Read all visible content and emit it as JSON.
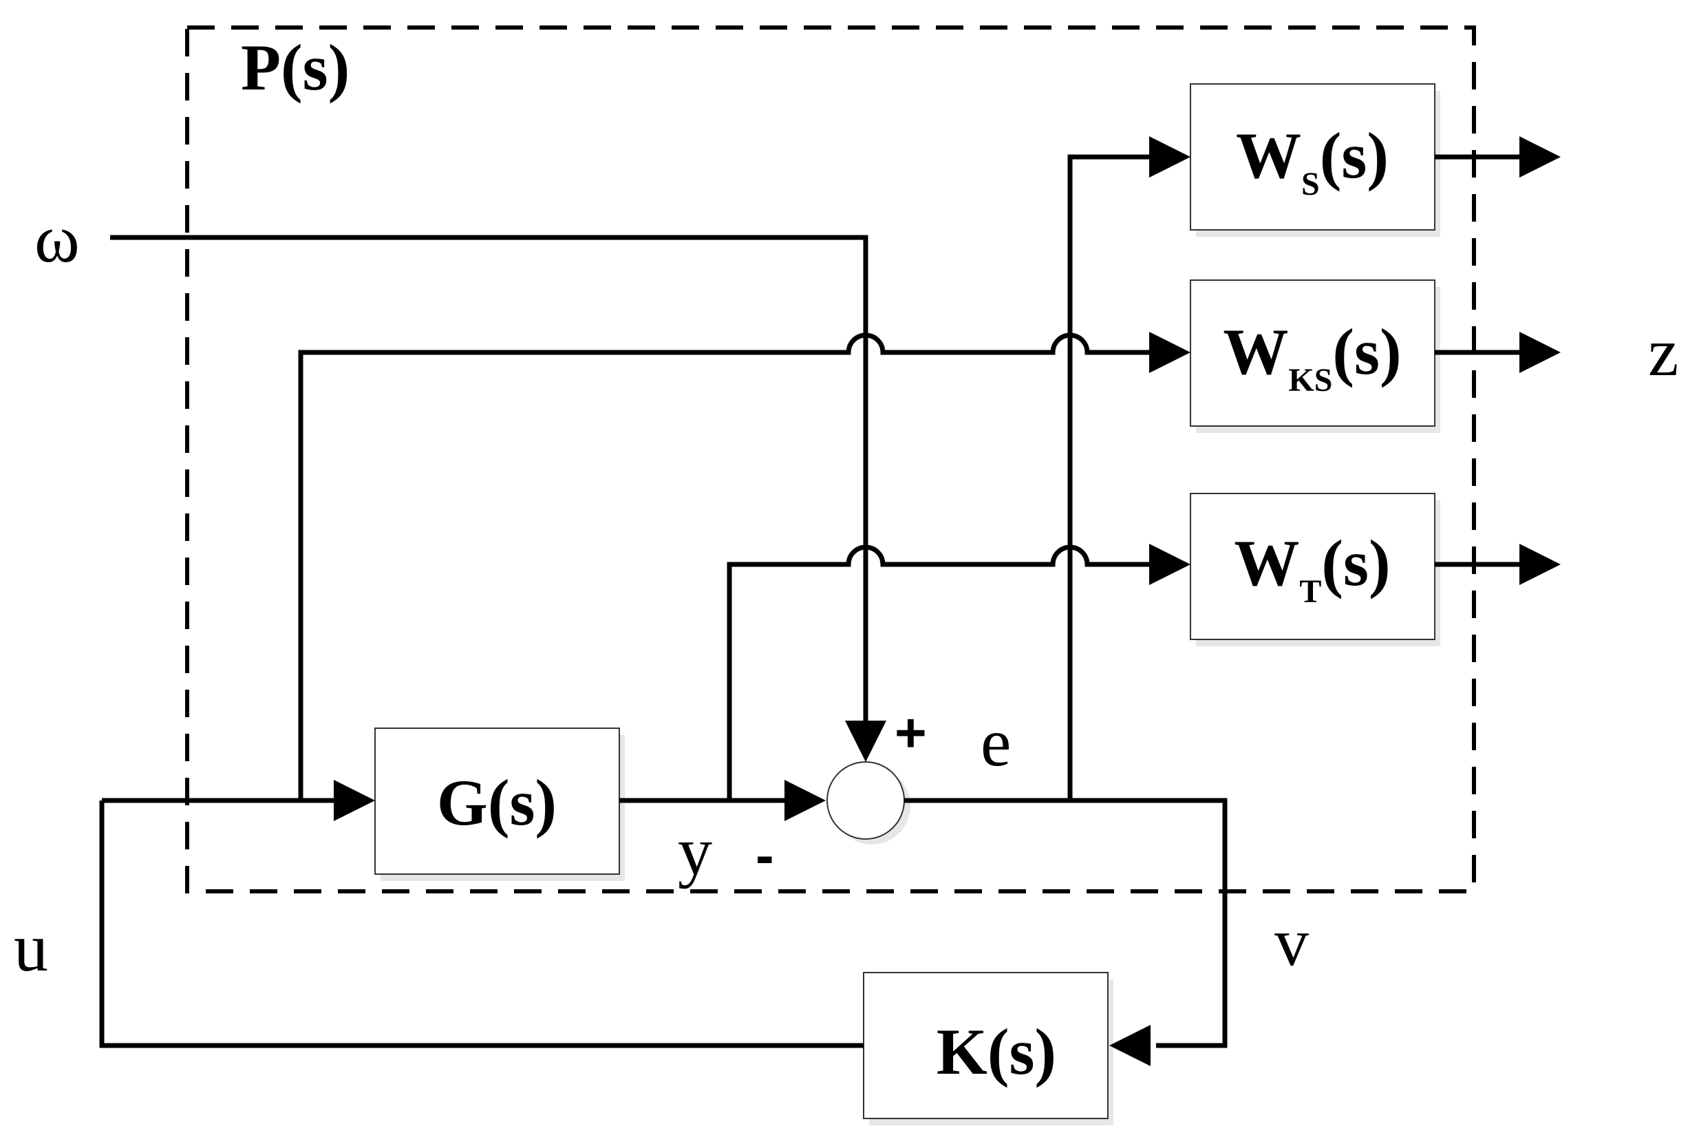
{
  "frame": {
    "label": "P(s)"
  },
  "blocks": {
    "G": {
      "label": "G(s)"
    },
    "K": {
      "label": "K(s)"
    },
    "WS": {
      "main": "W",
      "sub": "S",
      "tail": "(s)"
    },
    "WKS": {
      "main": "W",
      "sub": "KS",
      "tail": "(s)"
    },
    "WT": {
      "main": "W",
      "sub": "T",
      "tail": "(s)"
    }
  },
  "signals": {
    "omega": "ω",
    "z": "z",
    "u": "u",
    "v": "v",
    "y": "y",
    "e": "e"
  },
  "summing_junction": {
    "plus_sign": "+",
    "minus_sign": "-"
  }
}
